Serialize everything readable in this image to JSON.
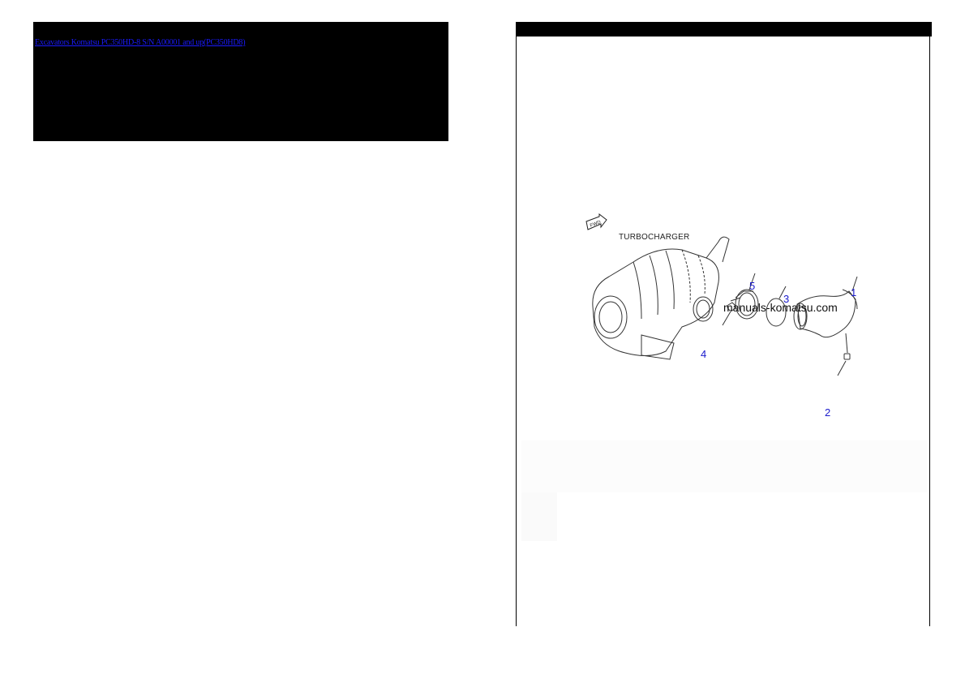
{
  "left_banner": {
    "breadcrumb_link": "Excavators Komatsu PC350HD-8 S/N A00001 and up(PC350HD8)",
    "link_color": "#1a1aff"
  },
  "right_panel": {
    "diagram": {
      "component_label": "TURBOCHARGER",
      "watermark": "manuals-komatsu.com",
      "orientation_icon": "fwd-arrow-icon",
      "callouts": [
        {
          "number": "1",
          "part": "elbow-pipe"
        },
        {
          "number": "2",
          "part": "plug"
        },
        {
          "number": "3",
          "part": "o-ring"
        },
        {
          "number": "4",
          "part": "nut"
        },
        {
          "number": "5",
          "part": "clamp"
        }
      ],
      "callout_color": "#1a1acc"
    }
  }
}
